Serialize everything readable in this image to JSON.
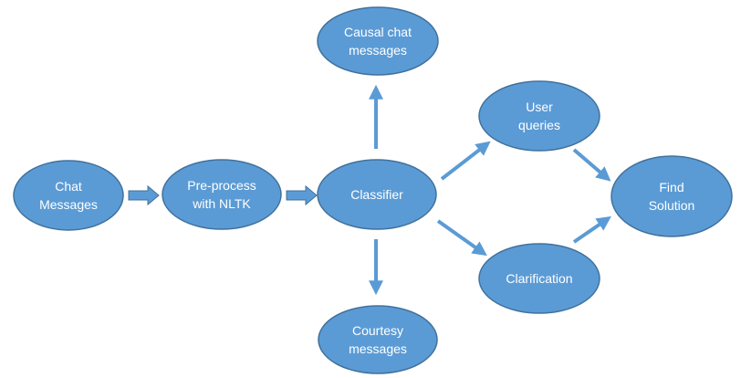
{
  "style": {
    "node_fill": "#5b9bd5",
    "node_stroke": "#41719c",
    "arrow_color": "#5b9bd5",
    "text_color": "#ffffff"
  },
  "nodes": {
    "chat_messages": {
      "line1": "Chat",
      "line2": "Messages"
    },
    "preprocess": {
      "line1": "Pre-process",
      "line2": "with NLTK"
    },
    "classifier": {
      "line1": "Classifier"
    },
    "causal_chat": {
      "line1": "Causal chat",
      "line2": "messages"
    },
    "courtesy": {
      "line1": "Courtesy",
      "line2": "messages"
    },
    "user_queries": {
      "line1": "User",
      "line2": "queries"
    },
    "clarification": {
      "line1": "Clarification"
    },
    "find_solution": {
      "line1": "Find",
      "line2": "Solution"
    }
  }
}
